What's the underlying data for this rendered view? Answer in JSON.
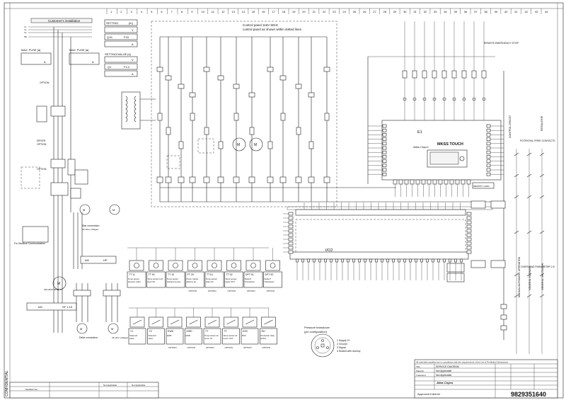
{
  "column_numbers": [
    "1",
    "2",
    "3",
    "4",
    "5",
    "6",
    "7",
    "8",
    "9",
    "10",
    "11",
    "12",
    "13",
    "14",
    "15",
    "16",
    "17",
    "18",
    "19",
    "20",
    "21",
    "22",
    "23",
    "24",
    "25",
    "26",
    "27",
    "28",
    "29",
    "30",
    "31",
    "32",
    "33",
    "34",
    "35",
    "36",
    "37",
    "38",
    "39",
    "40",
    "41",
    "42",
    "43",
    "44"
  ],
  "customer_installation": {
    "title": "Customer's installation",
    "max_fuse_left": "MAX. FUSE [a]",
    "max_fuse_right": "MAX. FUSE [a]",
    "option_label": "OPTION"
  },
  "settings": {
    "title1": "SETTING",
    "unit1": "[m]",
    "row1_left": "Q15",
    "row1_right": "F15",
    "unit_v": "V",
    "unit_a": "A",
    "title2": "SETTING/VALUE [s]",
    "row2_left": "Q1",
    "row2_right": "F1-2"
  },
  "control_panel_note": {
    "line1": "Control panel 115V 60Hz",
    "line2": "control panel as shown within dotted lines"
  },
  "controller": {
    "id": "E1",
    "name": "MKSS TOUCH",
    "brand": "Atlas Copco",
    "expansion": "I/O2",
    "memory": "MEMORY CARD"
  },
  "labels": {
    "control_circuit": "CONTROL CIRCUIT",
    "regulator": "REGULATOR",
    "potential_free": "POTENTIAL FREE CONTACTS",
    "general_shutdown": "GENERAL SHUTDOWN",
    "general_warning": "GENERAL WARNING",
    "manual_auto": "MANUAL/AUTOMATIC OPERATION",
    "overload_param": "OVERLOAD PARAMETER 2.5",
    "remote_stop": "REMOTE EMERGENCY STOP",
    "star_connection": "Star connection:",
    "star_note": "All other voltages",
    "delta_connection": "Delta connection:",
    "delta_note": "200-230V 50/60Hz",
    "modbus": "For Modbus Communication",
    "pressure_title": "Pressure transducer",
    "pressure_sub": "(pin configuration)",
    "pin1": "1  Supply V+",
    "pin2": "2  Ground",
    "pin3": "3  Signal",
    "pin4": "4  Sealed with dummy",
    "motor_power": "kW",
    "motor_hp": "HP",
    "fan_power": "kW",
    "sf": "SF 1.15"
  },
  "sensors_top": [
    {
      "tag": "TT 11",
      "desc": "Temp sensor element outlet"
    },
    {
      "tag": "TT 90",
      "desc": "Temp sensor LAT dryer 90"
    },
    {
      "tag": "TT 10",
      "desc": "Temp sensor Ambient sensor"
    },
    {
      "tag": "PT 20",
      "desc": "Press. transd. delivery air"
    },
    {
      "tag": "TT 51",
      "desc": "Temp sensor water IN"
    },
    {
      "tag": "TT 52",
      "desc": "Temp sensor water OUT"
    },
    {
      "tag": "DPT 51",
      "desc": "Delta P Transducer"
    },
    {
      "tag": "DPT 52",
      "desc": "Delta P Transducer"
    }
  ],
  "devices_bottom": [
    {
      "tag": "Y1",
      "desc": "Solenoid valve"
    },
    {
      "tag": "Y2",
      "desc": "Solenoid valve"
    },
    {
      "tag": "EWD",
      "desc": "EWD"
    },
    {
      "tag": "EWD",
      "desc": "EWD"
    },
    {
      "tag": "TT",
      "desc": "Temp sensor air recov. IN"
    },
    {
      "tag": "TT",
      "desc": "Temp sensor air recov. OUT"
    },
    {
      "tag": "DSC",
      "desc": "DSC"
    },
    {
      "tag": "RH",
      "desc": "Protection relay (DSC)"
    }
  ],
  "option": "OPTION",
  "title_block": {
    "note": "All materials supplied are in compliance with the requirements of the List of Prohibited Substances",
    "title_label": "Title",
    "title": "SERVICE DIAGRAM",
    "material_label": "Material",
    "material": "Not Applicable",
    "treatment_label": "Treatment",
    "treatment": "Not Applicable",
    "approved": "Approved Internet",
    "doc_number": "9829351640",
    "brand": "Atlas Copco",
    "confidential": "CONFIDENTIAL",
    "rev_label": "Modified into",
    "not_applicable": "Not Applicable"
  }
}
